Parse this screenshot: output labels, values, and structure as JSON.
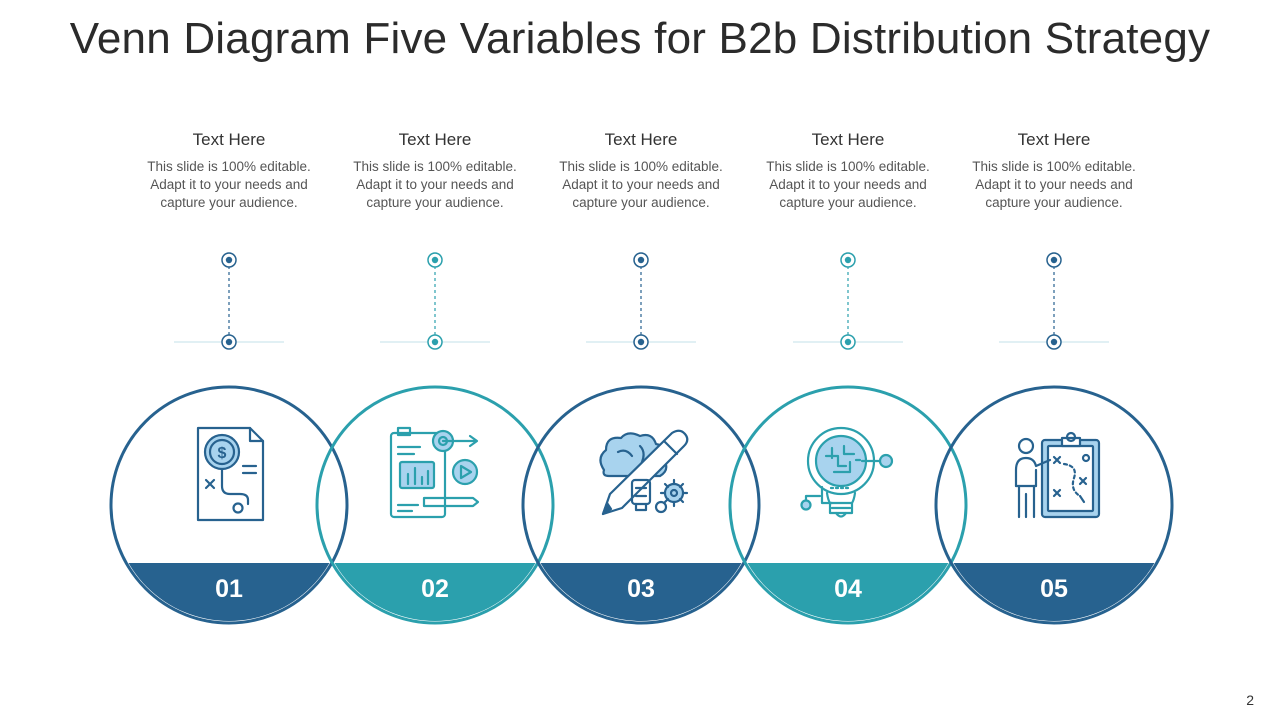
{
  "slide": {
    "title": "Venn Diagram Five Variables for B2b Distribution Strategy",
    "page_number": "2"
  },
  "colors": {
    "dark": "#27628f",
    "teal": "#2ba0ad",
    "connector_line": "#cfe8ee",
    "icon_fill": "#a8d3ee"
  },
  "items": [
    {
      "number": "01",
      "heading": "Text Here",
      "body": "This slide is 100% editable. Adapt it to your needs and capture your audience.",
      "icon": "document-dollar-icon",
      "color_key": "dark"
    },
    {
      "number": "02",
      "heading": "Text Here",
      "body": "This slide is 100% editable. Adapt it to your needs and capture your audience.",
      "icon": "report-target-icon",
      "color_key": "teal"
    },
    {
      "number": "03",
      "heading": "Text Here",
      "body": "This slide is 100% editable. Adapt it to your needs and capture your audience.",
      "icon": "brain-pencil-gear-icon",
      "color_key": "dark"
    },
    {
      "number": "04",
      "heading": "Text Here",
      "body": "This slide is 100% editable. Adapt it to your needs and capture your audience.",
      "icon": "lightbulb-maze-icon",
      "color_key": "teal"
    },
    {
      "number": "05",
      "heading": "Text Here",
      "body": "This slide is 100% editable. Adapt it to your needs and capture your audience.",
      "icon": "presenter-strategy-board-icon",
      "color_key": "dark"
    }
  ]
}
